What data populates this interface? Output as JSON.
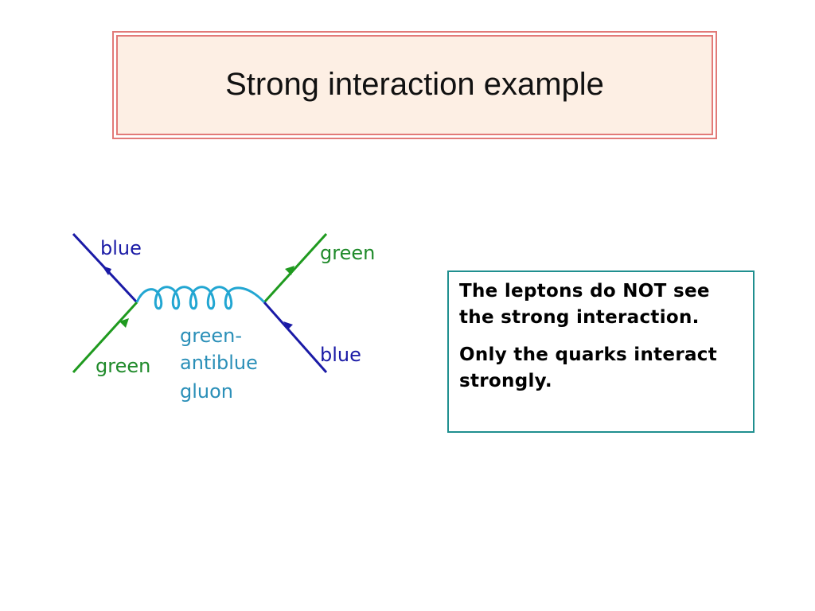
{
  "slide": {
    "title": "Strong interaction example"
  },
  "diagram": {
    "labels": {
      "top_left": "blue",
      "bottom_left": "green",
      "top_right": "green",
      "bottom_right": "blue",
      "gluon_line1": "green-",
      "gluon_line2": "antiblue",
      "gluon_line3": "gluon"
    },
    "colors": {
      "blue_quark": "#1a1aa6",
      "green_quark": "#1f9a1f",
      "gluon": "#22a6d2",
      "label_blue": "#1a1aa6",
      "label_green": "#1f8a2a",
      "label_gluon": "#2a8fb8"
    }
  },
  "note": {
    "paragraph1": "The leptons do NOT see the strong interaction.",
    "paragraph2": "Only the quarks interact strongly."
  }
}
